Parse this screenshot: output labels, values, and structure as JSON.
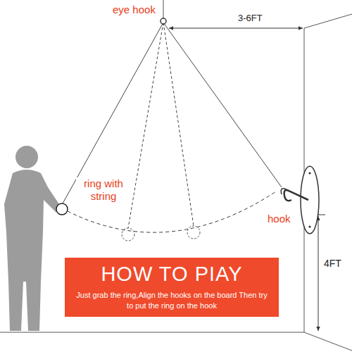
{
  "diagram": {
    "nodes": [
      {
        "text": [
          "HOW TO PIAY",
          "Just grab the ring,Align the hooks on the board Then try to put the ring on the hook"
        ]
      }
    ],
    "labels": [
      "eye hook",
      "3-6FT",
      "ring with string",
      "hook",
      "4FT"
    ]
  }
}
